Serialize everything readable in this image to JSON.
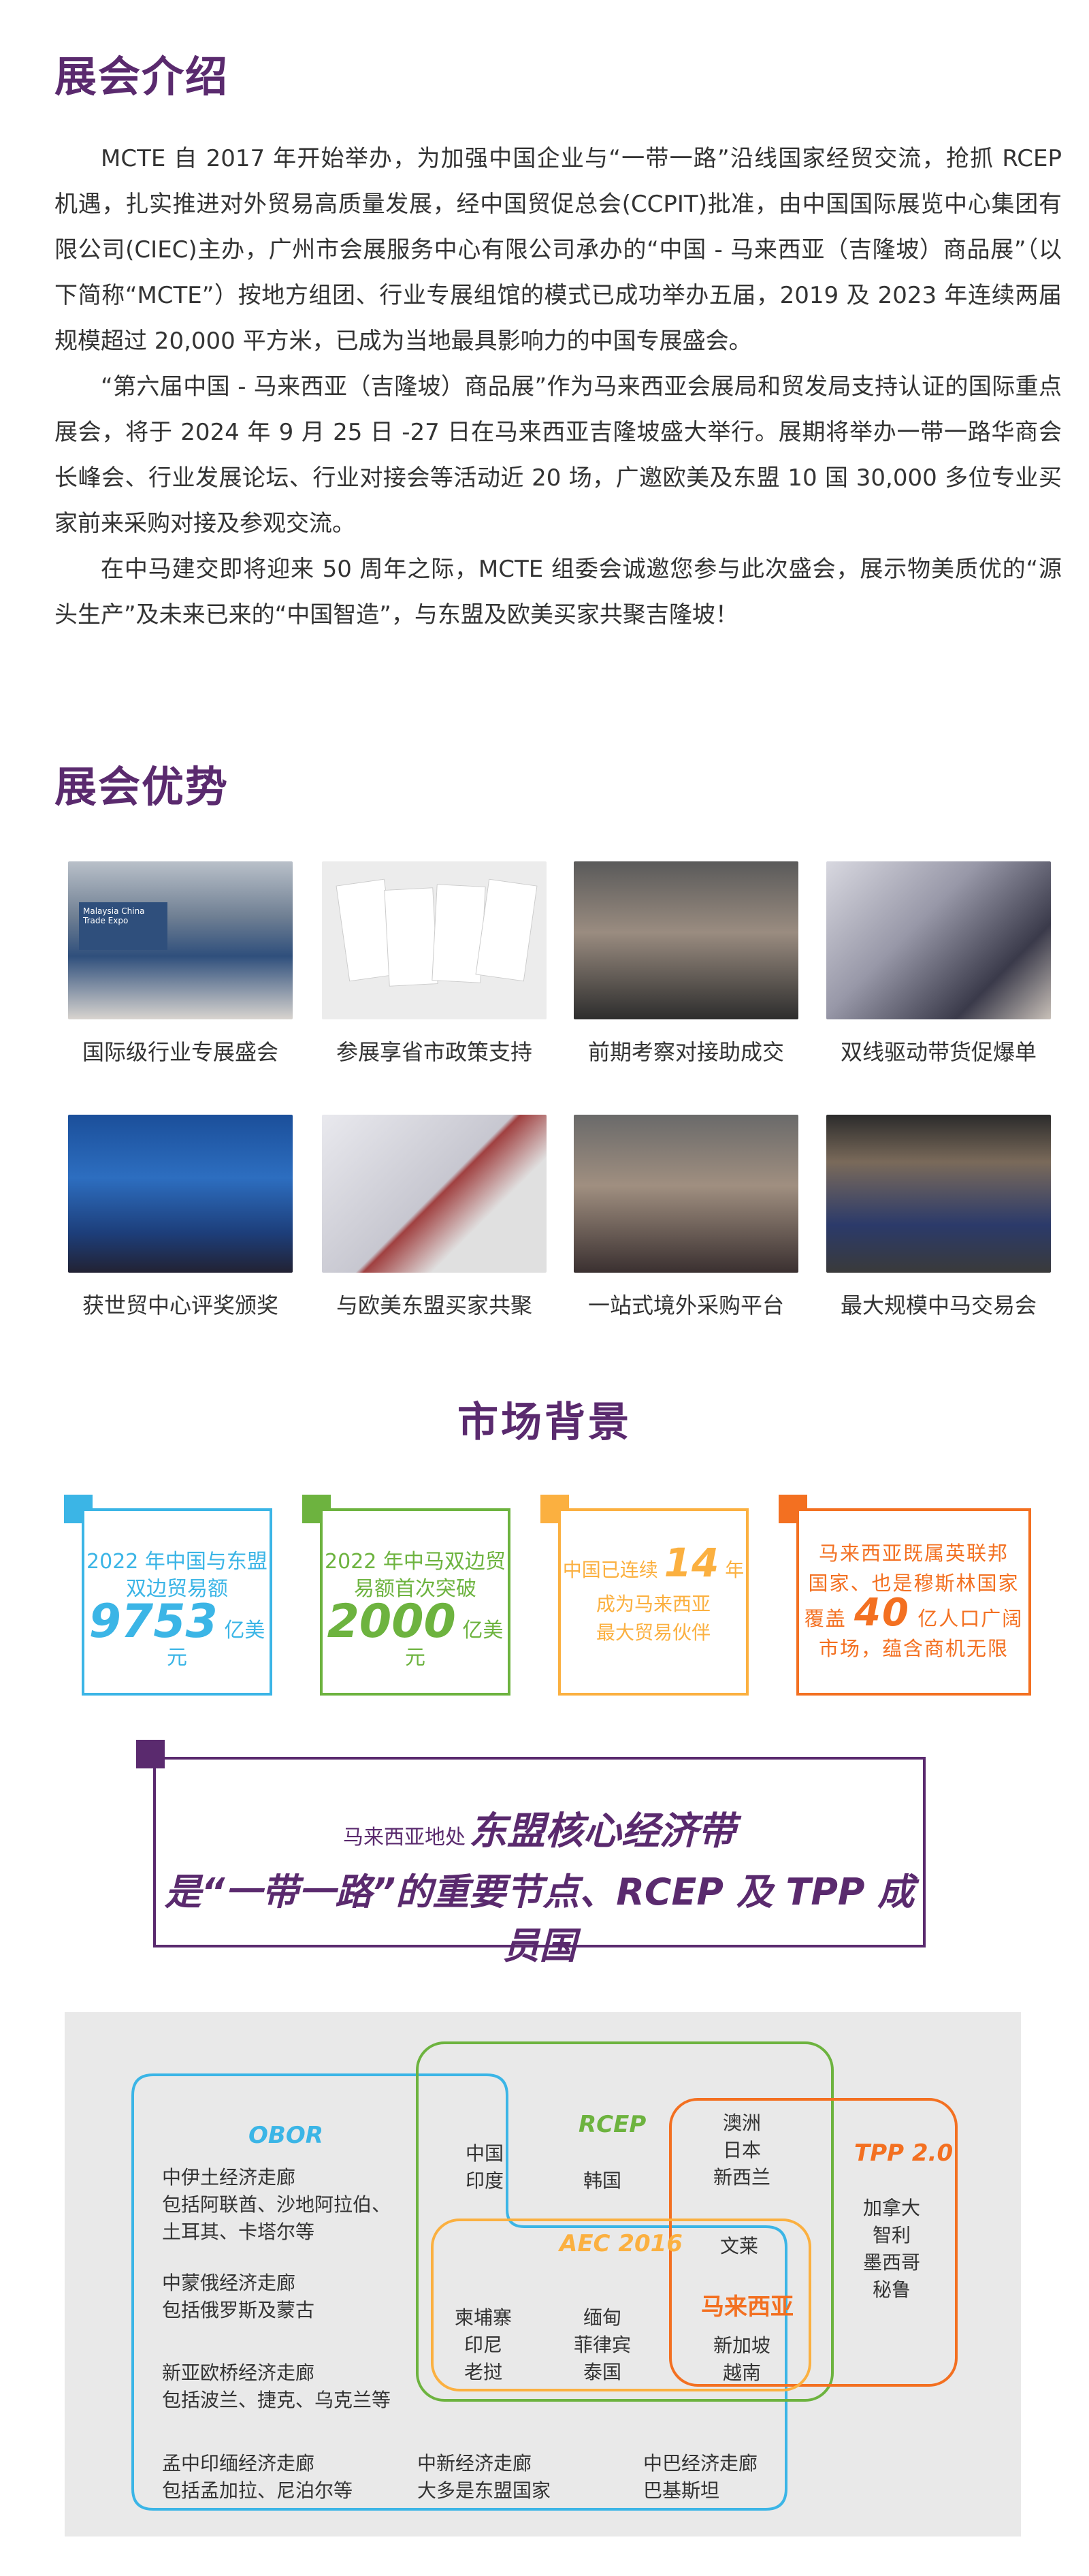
{
  "intro": {
    "title": "展会介绍",
    "paragraphs": [
      "MCTE 自 2017 年开始举办，为加强中国企业与“一带一路”沿线国家经贸交流，抢抓 RCEP 机遇，扎实推进对外贸易高质量发展，经中国贸促总会(CCPIT)批准，由中国国际展览中心集团有限公司(CIEC)主办，广州市会展服务中心有限公司承办的“中国 - 马来西亚（吉隆坡）商品展”（以下简称“MCTE”）按地方组团、行业专展组馆的模式已成功举办五届，2019 及 2023 年连续两届规模超过 20,000 平方米，已成为当地最具影响力的中国专展盛会。",
      "“第六届中国 - 马来西亚（吉隆坡）商品展”作为马来西亚会展局和贸发局支持认证的国际重点展会，将于 2024 年 9 月 25 日 -27 日在马来西亚吉隆坡盛大举行。展期将举办一带一路华商会长峰会、行业发展论坛、行业对接会等活动近 20 场，广邀欧美及东盟 10 国 30,000 多位专业买家前来采购对接及参观交流。",
      "在中马建交即将迎来 50 周年之际，MCTE 组委会诚邀您参与此次盛会，展示物美质优的“源头生产”及未来已来的“中国智造”，与东盟及欧美买家共聚吉隆坡！"
    ]
  },
  "advantages": {
    "title": "展会优势",
    "items": [
      "国际级行业专展盛会",
      "参展享省市政策支持",
      "前期考察对接助成交",
      "双线驱动带货促爆单",
      "获世贸中心评奖颁奖",
      "与欧美东盟买家共聚",
      "一站式境外采购平台",
      "最大规模中马交易会"
    ],
    "photo_sign_text": "Malaysia China Trade Expo"
  },
  "market": {
    "title": "市场背景",
    "stats": [
      {
        "line1": "2022 年中国与东盟",
        "line2": "双边贸易额",
        "number": "9753",
        "unit": "亿美元",
        "color": "#3bb5e6"
      },
      {
        "line1": "2022 年中马双边贸",
        "line2": "易额首次突破",
        "number": "2000",
        "unit": "亿美元",
        "color": "#6db33f"
      },
      {
        "prefix": "中国已连续",
        "number": "14",
        "suffix": "年",
        "line2": "成为马来西亚",
        "line3": "最大贸易伙伴",
        "color": "#fbb040"
      },
      {
        "line1": "马来西亚既属英联邦",
        "line2": "国家、也是穆斯林国家",
        "prefix": "覆盖",
        "number": "40",
        "suffix": "亿人口广阔",
        "line4": "市场，蕴含商机无限",
        "color": "#f37021"
      }
    ],
    "hub": {
      "small": "马来西亚地处",
      "big1": "东盟核心经济带",
      "big2": "是“一带一路”的重要节点、RCEP 及 TPP 成员国"
    }
  },
  "venn": {
    "labels": {
      "obor": "OBOR",
      "rcep": "RCEP",
      "tpp": "TPP 2.0",
      "aec": "AEC 2016",
      "malaysia": "马来西亚"
    },
    "colors": {
      "obor": "#3bb5e6",
      "rcep": "#6db33f",
      "tpp": "#f37021",
      "aec": "#fbb040",
      "title": "#5a2a6e"
    },
    "obor_corridors": [
      {
        "name": "中伊土经济走廊",
        "detail1": "包括阿联酋、沙地阿拉伯、",
        "detail2": "土耳其、卡塔尔等"
      },
      {
        "name": "中蒙俄经济走廊",
        "detail1": "包括俄罗斯及蒙古"
      },
      {
        "name": "新亚欧桥经济走廊",
        "detail1": "包括波兰、捷克、乌克兰等"
      },
      {
        "name": "孟中印缅经济走廊",
        "detail1": "包括孟加拉、尼泊尔等"
      }
    ],
    "bottom": [
      {
        "name": "中新经济走廊",
        "detail": "大多是东盟国家"
      },
      {
        "name": "中巴经济走廊",
        "detail": "巴基斯坦"
      }
    ],
    "obor_rcep": [
      "中国",
      "印度"
    ],
    "rcep_only": [
      "韩国"
    ],
    "rcep_tpp": [
      "澳洲",
      "日本",
      "新西兰"
    ],
    "tpp_only": [
      "加拿大",
      "智利",
      "墨西哥",
      "秘鲁"
    ],
    "aec_rcep_tpp": [
      "文莱"
    ],
    "aec_left": [
      "柬埔寨",
      "印尼",
      "老挝"
    ],
    "aec_mid": [
      "缅甸",
      "菲律宾",
      "泰国"
    ],
    "aec_right": [
      "新加坡",
      "越南"
    ]
  }
}
